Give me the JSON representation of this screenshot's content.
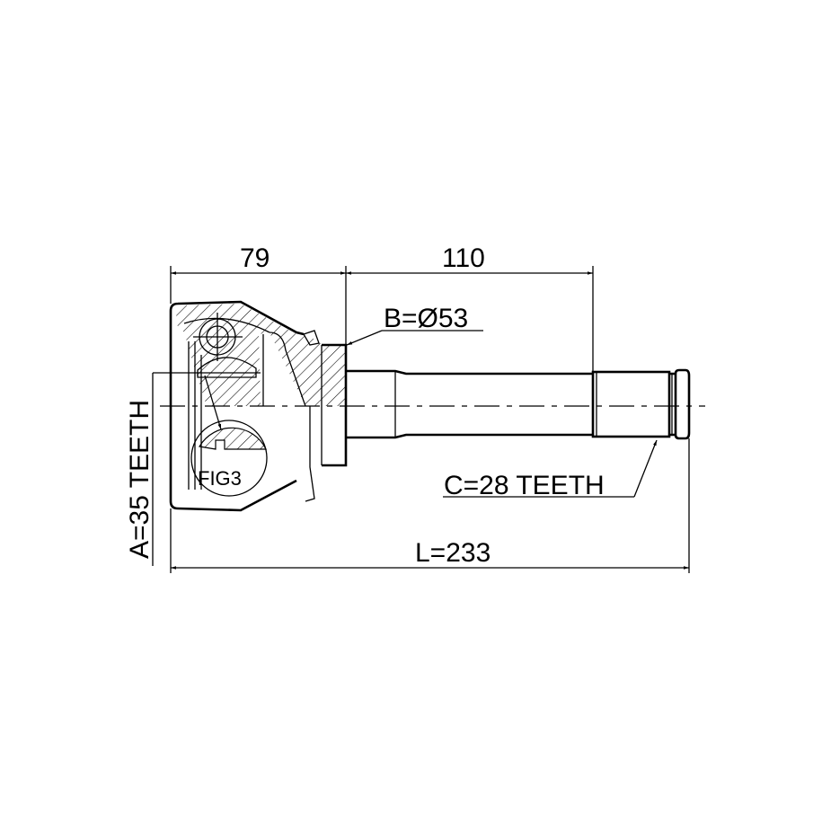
{
  "drawing": {
    "dim_inner_length": "79",
    "dim_shaft_length": "110",
    "dim_total_length": "L=233",
    "outer_diameter": "B=Ø53",
    "outer_teeth": "A=35 TEETH",
    "shaft_teeth": "C=28 TEETH",
    "detail_label": "FIG3"
  }
}
